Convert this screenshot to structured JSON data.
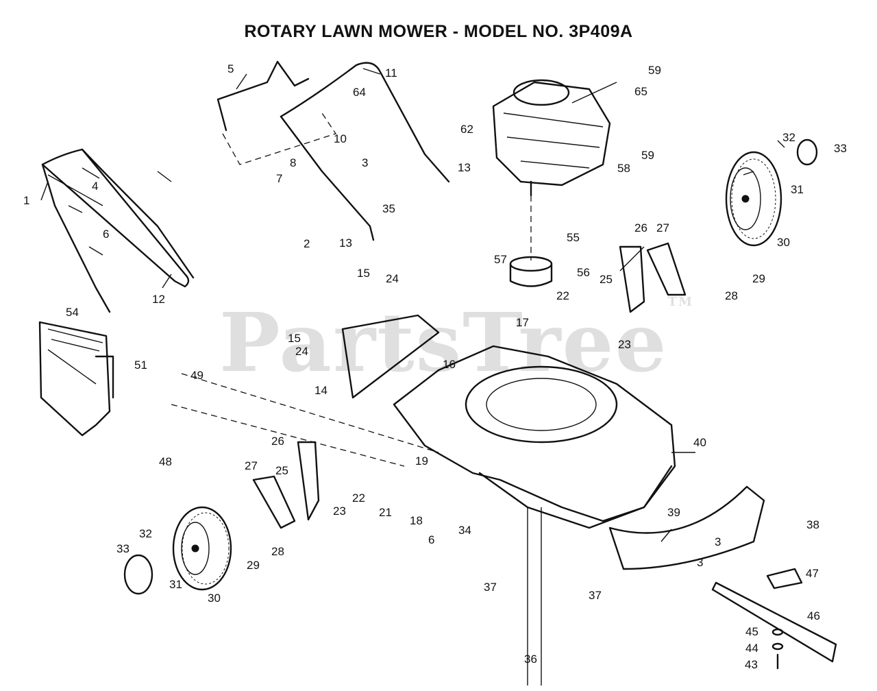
{
  "title": "ROTARY LAWN MOWER - MODEL NO. 3P409A",
  "watermark": "PartsTree",
  "watermark_tm": "TM",
  "part_numbers": [
    "1",
    "2",
    "3",
    "4",
    "5",
    "6",
    "7",
    "8",
    "10",
    "11",
    "12",
    "13",
    "14",
    "15",
    "16",
    "17",
    "18",
    "19",
    "21",
    "22",
    "23",
    "24",
    "25",
    "26",
    "27",
    "28",
    "29",
    "30",
    "31",
    "32",
    "33",
    "34",
    "35",
    "36",
    "37",
    "38",
    "39",
    "40",
    "43",
    "44",
    "45",
    "46",
    "47",
    "48",
    "49",
    "51",
    "54",
    "55",
    "56",
    "57",
    "58",
    "59",
    "62",
    "64",
    "65"
  ]
}
